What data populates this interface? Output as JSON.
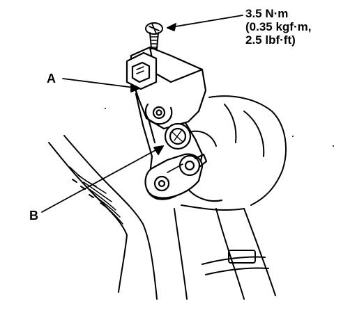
{
  "torque_spec": {
    "line1": "3.5 N·m",
    "line2": "(0.35 kgf·m,",
    "line3": "2.5 lbf·ft)"
  },
  "callouts": {
    "a": "A",
    "b": "B"
  },
  "colors": {
    "ink": "#000000",
    "paper": "#ffffff"
  }
}
